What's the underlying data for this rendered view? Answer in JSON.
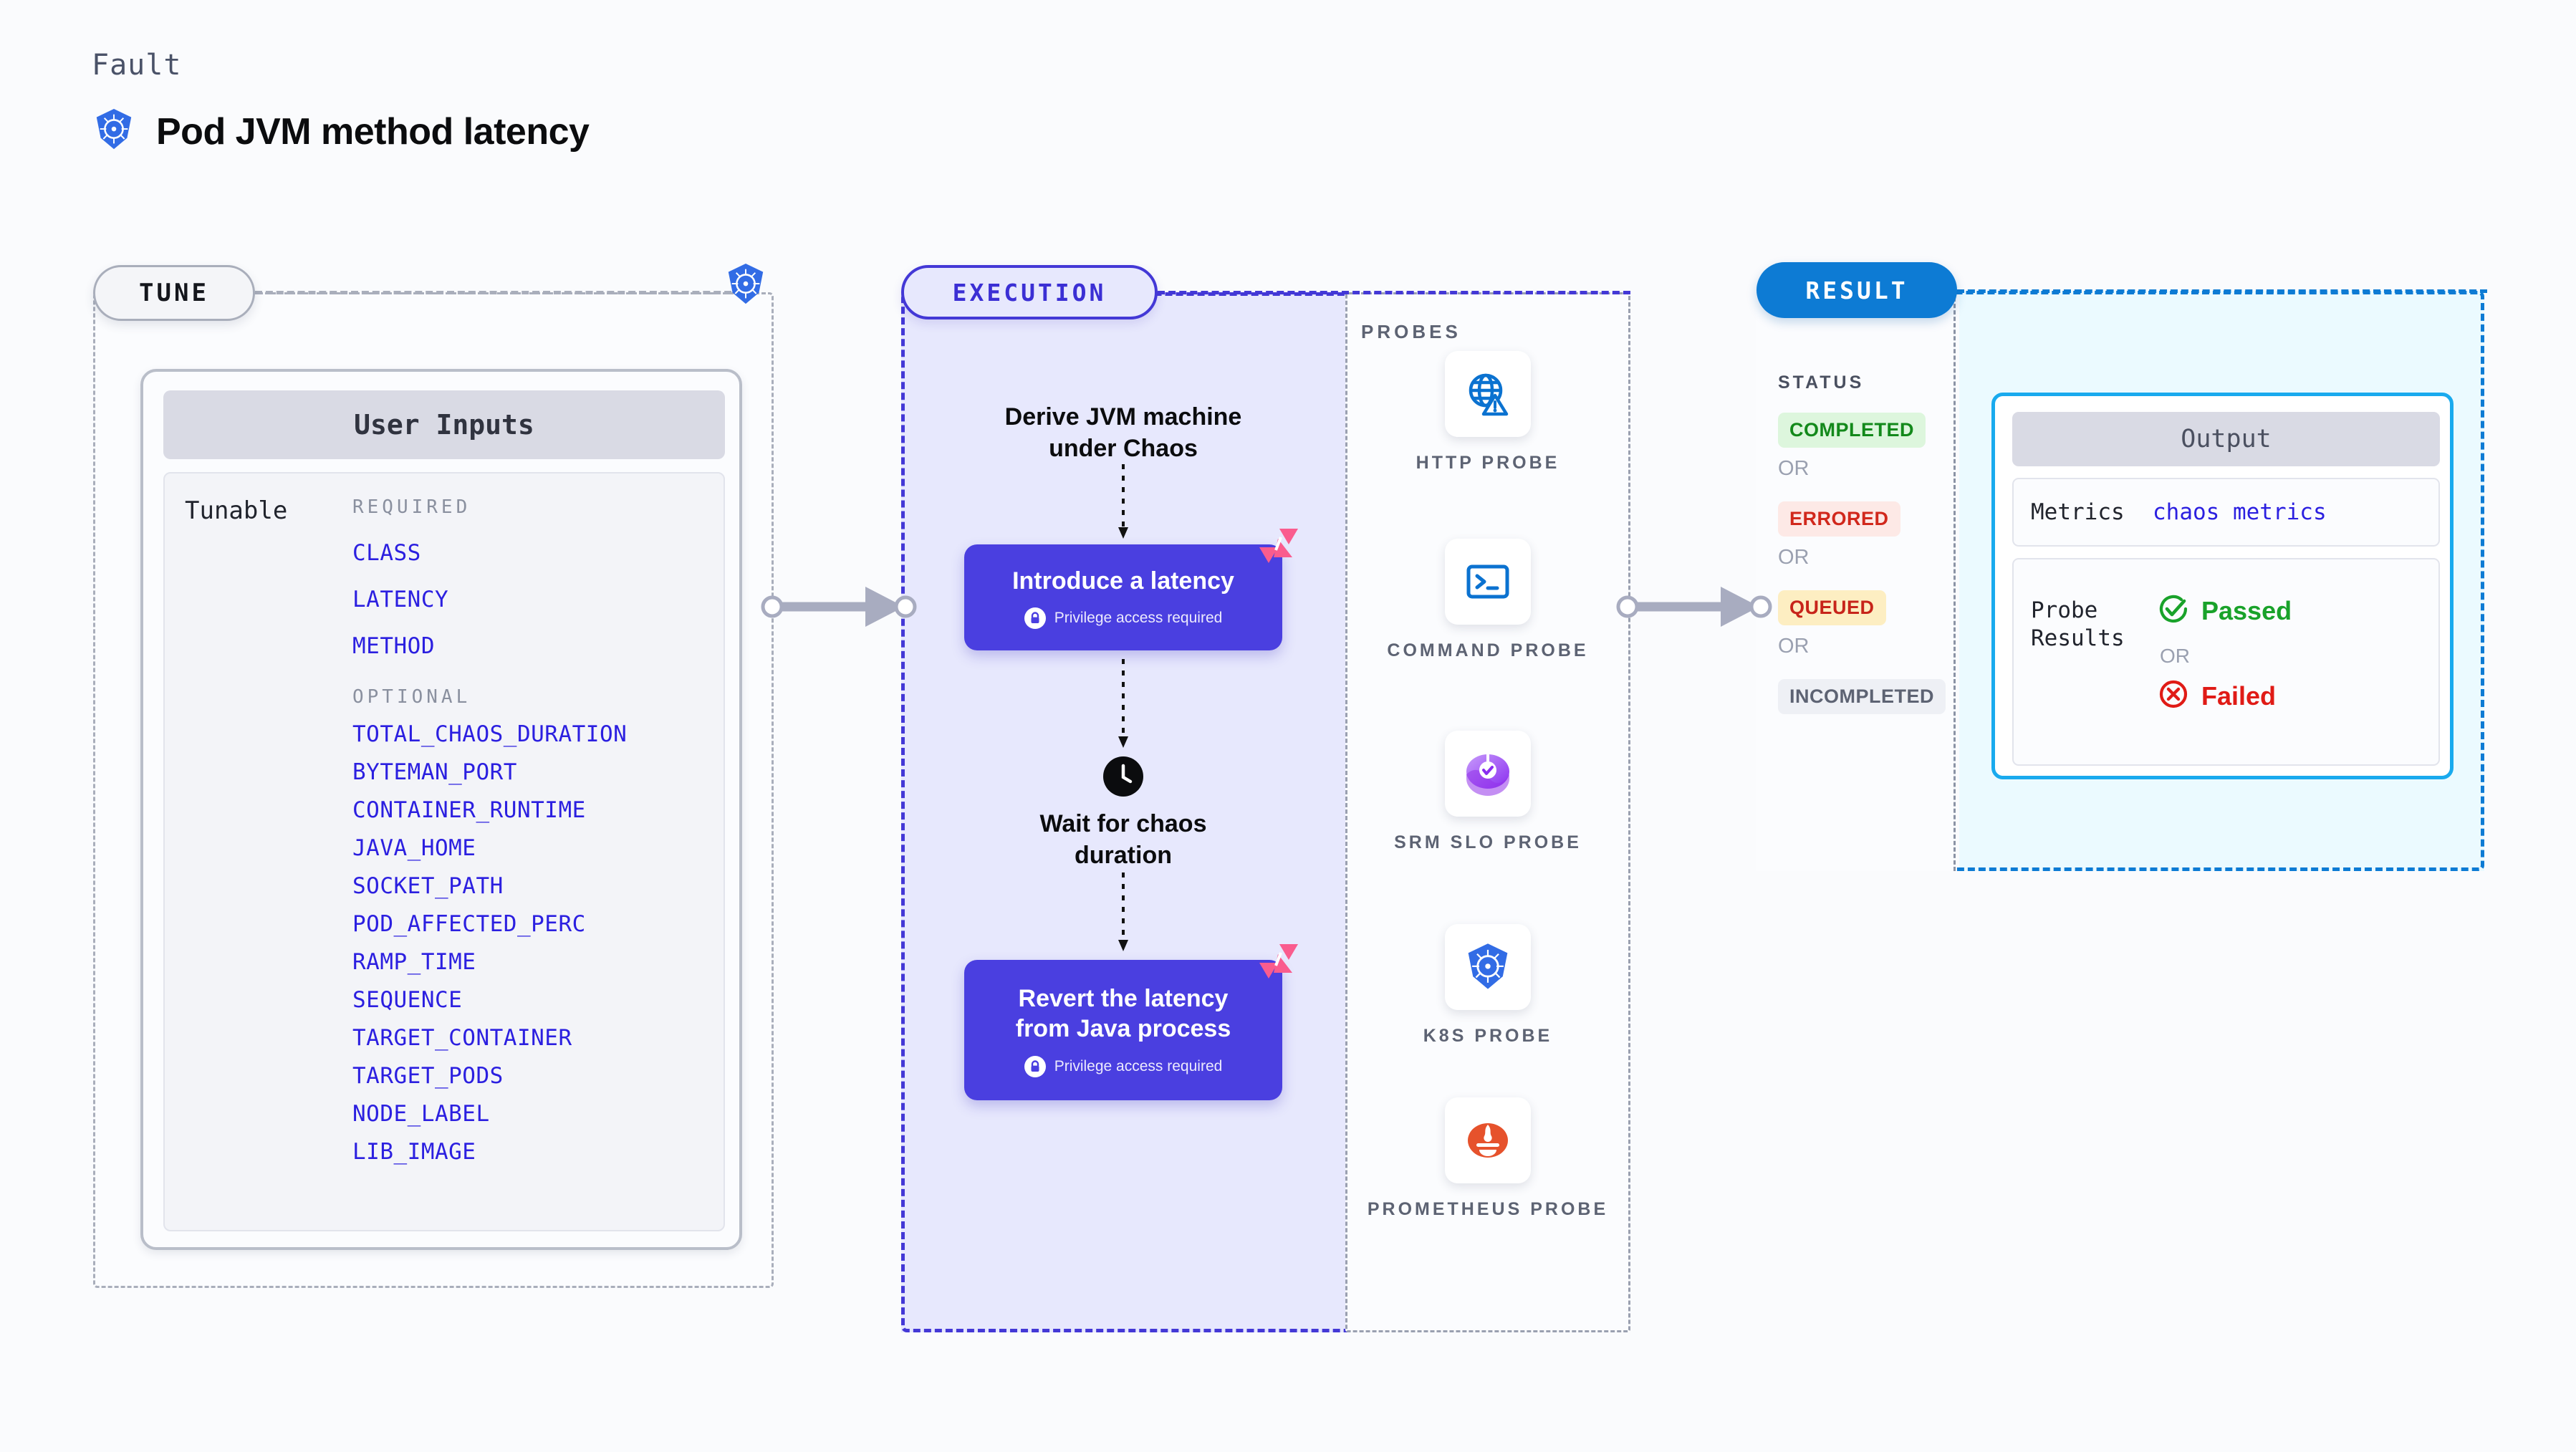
{
  "header": {
    "kicker": "Fault",
    "title": "Pod JVM method latency",
    "icon": "kubernetes-icon"
  },
  "tune": {
    "pill_label": "TUNE",
    "badge_icon": "kubernetes-icon",
    "card_title": "User Inputs",
    "tunable_label": "Tunable",
    "required_heading": "REQUIRED",
    "optional_heading": "OPTIONAL",
    "required": [
      "CLASS",
      "LATENCY",
      "METHOD"
    ],
    "optional": [
      "TOTAL_CHAOS_DURATION",
      "BYTEMAN_PORT",
      "CONTAINER_RUNTIME",
      "JAVA_HOME",
      "SOCKET_PATH",
      "POD_AFFECTED_PERC",
      "RAMP_TIME",
      "SEQUENCE",
      "TARGET_CONTAINER",
      "TARGET_PODS",
      "NODE_LABEL",
      "LIB_IMAGE"
    ]
  },
  "execution": {
    "pill_label": "EXECUTION",
    "step1_text": "Derive JVM machine\nunder Chaos",
    "step2_title": "Introduce a latency",
    "step2_note": "Privilege access required",
    "wait_text": "Wait for chaos\nduration",
    "wait_icon": "clock-icon",
    "step3_title": "Revert the latency\nfrom Java process",
    "step3_note": "Privilege access required",
    "badge_icon": "litmus-icon",
    "lock_icon": "lock-icon"
  },
  "probes": {
    "section_label": "PROBES",
    "items": [
      {
        "label": "HTTP PROBE",
        "icon": "globe-warning-icon"
      },
      {
        "label": "COMMAND PROBE",
        "icon": "terminal-icon"
      },
      {
        "label": "SRM SLO PROBE",
        "icon": "srm-slo-icon"
      },
      {
        "label": "K8S PROBE",
        "icon": "kubernetes-icon"
      },
      {
        "label": "PROMETHEUS PROBE",
        "icon": "prometheus-icon"
      }
    ]
  },
  "result": {
    "pill_label": "RESULT",
    "status_label": "STATUS",
    "or_label": "OR",
    "statuses": [
      {
        "label": "COMPLETED",
        "bg": "#ddf6dd",
        "fg": "#13891b"
      },
      {
        "label": "ERRORED",
        "bg": "#fde9e6",
        "fg": "#d1281c"
      },
      {
        "label": "QUEUED",
        "bg": "#fdeec2",
        "fg": "#c7241a"
      },
      {
        "label": "INCOMPLETED",
        "bg": "#eef0f5",
        "fg": "#5d6373"
      }
    ],
    "output": {
      "title": "Output",
      "metrics_key": "Metrics",
      "metrics_value": "chaos metrics",
      "probe_results_key": "Probe\nResults",
      "passed_label": "Passed",
      "failed_label": "Failed",
      "or_label": "OR",
      "passed_icon": "check-circle-icon",
      "failed_icon": "x-circle-icon"
    }
  },
  "connectors": {
    "tune_to_execution": "arrow-right",
    "execution_to_result": "arrow-right"
  },
  "colors": {
    "accent_blue": "#2d6ee8",
    "execution_purple": "#4a3fe0",
    "result_blue": "#0d7bd4",
    "output_cyan": "#19aaee",
    "param_blue": "#2b1fe0",
    "litmus_pink": "#fa5c8e"
  }
}
